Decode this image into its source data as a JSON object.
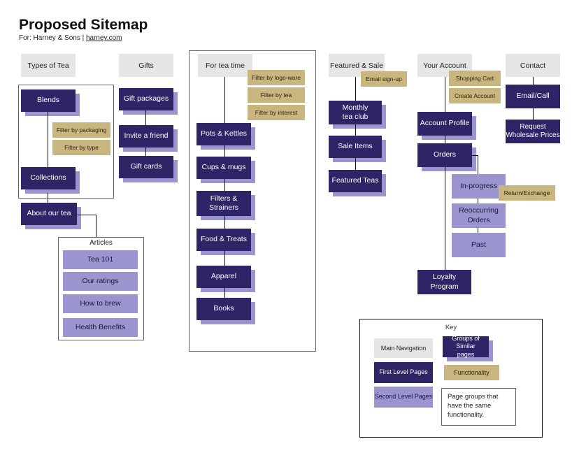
{
  "title": "Proposed Sitemap",
  "subtitle": {
    "prefix": "For: Harney & Sons | ",
    "link": "harney.com"
  },
  "nav": {
    "types": "Types of Tea",
    "gifts": "Gifts",
    "teatime": "For tea time",
    "featured": "Featured & Sale",
    "account": "Your Account",
    "contact": "Contact"
  },
  "types": {
    "blends": "Blends",
    "filter_packaging": "Filter by packaging",
    "filter_type": "Filter by type",
    "collections": "Collections",
    "about": "About our tea",
    "articles_title": "Articles",
    "articles": [
      "Tea 101",
      "Our ratings",
      "How to brew",
      "Health Benefits"
    ]
  },
  "gifts": {
    "items": [
      "Gift packages",
      "Invite a friend",
      "Gift cards"
    ]
  },
  "teatime": {
    "filters": [
      "Filter by logo-ware",
      "Filter by tea",
      "Filter by interest"
    ],
    "items": [
      "Pots & Kettles",
      "Cups & mugs",
      "Filters & Strainers",
      "Food & Treats",
      "Apparel",
      "Books"
    ]
  },
  "featured": {
    "email": "Email sign-up",
    "items": [
      "Monthly tea club",
      "Sale Items",
      "Featured Teas"
    ]
  },
  "account": {
    "shopping_cart": "Shopping Cart",
    "create_account": "Create Account",
    "profile": "Account Profile",
    "orders": "Orders",
    "inprogress": "In-progress",
    "return_exchange": "Return/Exchange",
    "reoccurring": "Reoccurring Orders",
    "past": "Past",
    "loyalty": "Loyalty Program"
  },
  "contact": {
    "email_call": "Email/Call",
    "wholesale": "Request Wholesale Prices"
  },
  "key": {
    "title": "Key",
    "main_nav": "Main Navigation",
    "groups": "Groups of Similar pages",
    "first_level": "First Level Pages",
    "functionality": "Functionality",
    "second_level": "Second Level Pages",
    "same_func": "Page groups that have the same functionality."
  },
  "colors": {
    "main_nav": "#e6e6e6",
    "first_level": "#2d2566",
    "second_level": "#9a95cf",
    "functionality": "#c9b57e"
  }
}
